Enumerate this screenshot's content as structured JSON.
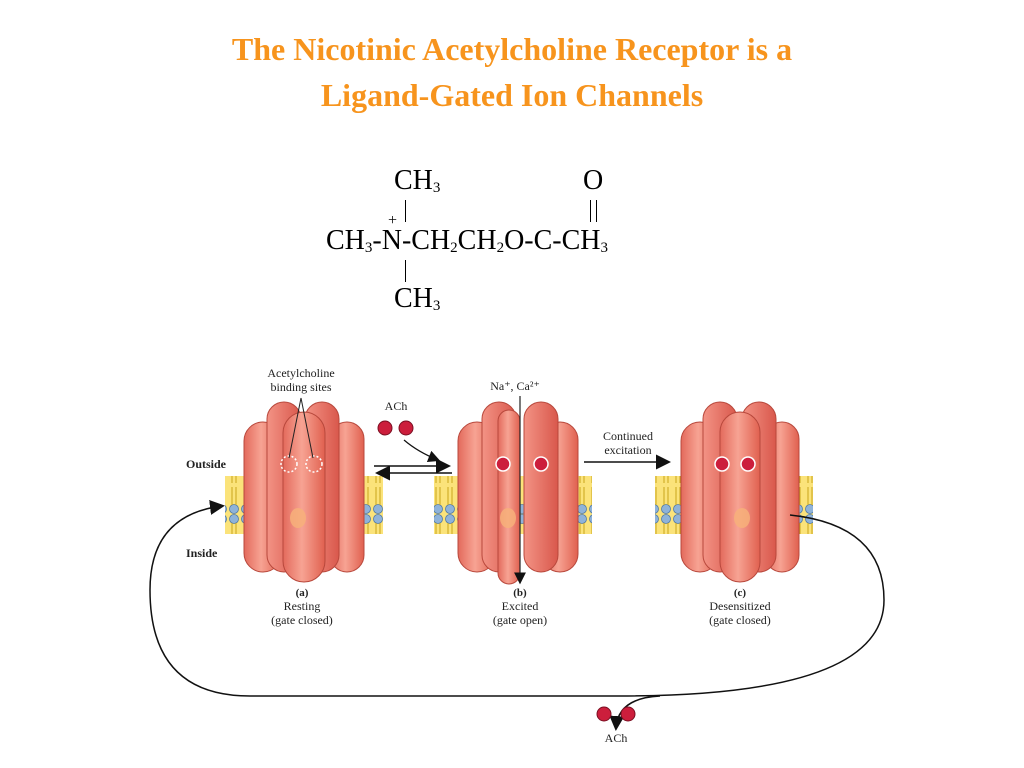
{
  "title": {
    "line1": "The Nicotinic Acetylcholine Receptor is a",
    "line2": "Ligand-Gated Ion Channels"
  },
  "formula": {
    "top_ch": "CH",
    "top_ch_sub": "3",
    "top_o": "O",
    "plus": "+",
    "main": [
      {
        "t": "CH"
      },
      {
        "s": "3"
      },
      {
        "t": "-N-CH"
      },
      {
        "s": "2"
      },
      {
        "t": "CH"
      },
      {
        "s": "2"
      },
      {
        "t": "O-C-CH"
      },
      {
        "s": "3"
      }
    ],
    "bottom_ch": "CH",
    "bottom_ch_sub": "3"
  },
  "diagram": {
    "binding_sites_label_1": "Acetylcholine",
    "binding_sites_label_2": "binding sites",
    "ach_label_top": "ACh",
    "ions_label": "Na⁺, Ca²⁺",
    "continued_label_1": "Continued",
    "continued_label_2": "excitation",
    "outside_label": "Outside",
    "inside_label": "Inside",
    "states": [
      {
        "letter": "(a)",
        "name": "Resting",
        "gate": "(gate closed)"
      },
      {
        "letter": "(b)",
        "name": "Excited",
        "gate": "(gate open)"
      },
      {
        "letter": "(c)",
        "name": "Desensitized",
        "gate": "(gate closed)"
      }
    ],
    "ach_label_bottom": "ACh",
    "colors": {
      "title": "#f7941d",
      "receptor": "#f08a7c",
      "receptor_dark": "#d9584c",
      "membrane_head": "#8fb3d9",
      "membrane_tail": "#f2d033",
      "ach": "#cc1e3c"
    }
  }
}
